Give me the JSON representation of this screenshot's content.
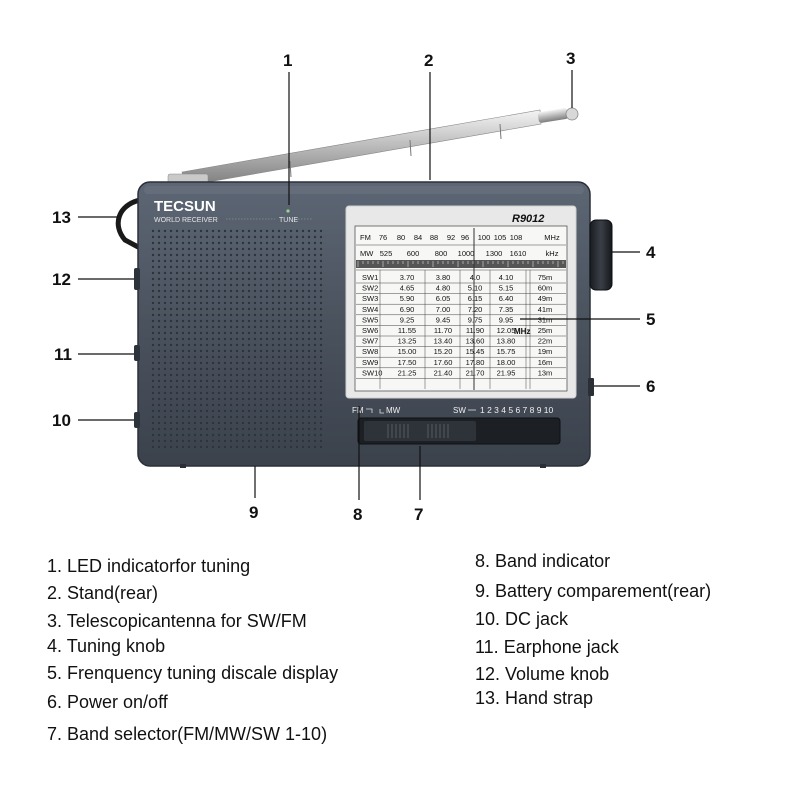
{
  "radio": {
    "brand": "TECSUN",
    "subtitle": "WORLD RECEIVER",
    "tune_label": "TUNE",
    "model": "R9012",
    "band_indicator_left": "FM",
    "band_indicator_mid": "MW",
    "sw_label": "SW",
    "sw_numbers": "1 2 3 4 5 6 7 8 9 10",
    "dial": {
      "fm_label": "FM",
      "fm_values": [
        "76",
        "80",
        "84",
        "88",
        "92",
        "96",
        "100",
        "105",
        "108"
      ],
      "fm_unit": "MHz",
      "mw_label": "MW",
      "mw_values": [
        "525",
        "600",
        "800",
        "1000",
        "1300",
        "1610"
      ],
      "mw_unit": "kHz",
      "mhz_label": "MHz",
      "rows": [
        {
          "band": "SW1",
          "values": [
            "3.70",
            "3.80",
            "4.0",
            "4.10"
          ],
          "meter": "75m"
        },
        {
          "band": "SW2",
          "values": [
            "4.65",
            "4.80",
            "5.10",
            "5.15"
          ],
          "meter": "60m"
        },
        {
          "band": "SW3",
          "values": [
            "5.90",
            "6.05",
            "6.15",
            "6.40"
          ],
          "meter": "49m"
        },
        {
          "band": "SW4",
          "values": [
            "6.90",
            "7.00",
            "7.20",
            "7.35"
          ],
          "meter": "41m"
        },
        {
          "band": "SW5",
          "values": [
            "9.25",
            "9.45",
            "9.75",
            "9.95"
          ],
          "meter": "31m"
        },
        {
          "band": "SW6",
          "values": [
            "11.55",
            "11.70",
            "11.90",
            "12.05"
          ],
          "meter": "25m"
        },
        {
          "band": "SW7",
          "values": [
            "13.25",
            "13.40",
            "13.60",
            "13.80"
          ],
          "meter": "22m"
        },
        {
          "band": "SW8",
          "values": [
            "15.00",
            "15.20",
            "15.45",
            "15.75"
          ],
          "meter": "19m"
        },
        {
          "band": "SW9",
          "values": [
            "17.50",
            "17.60",
            "17.80",
            "18.00"
          ],
          "meter": "16m"
        },
        {
          "band": "SW10",
          "values": [
            "21.25",
            "21.40",
            "21.70",
            "21.95"
          ],
          "meter": "13m"
        }
      ]
    }
  },
  "callouts": [
    "1",
    "2",
    "3",
    "4",
    "5",
    "6",
    "7",
    "8",
    "9",
    "10",
    "11",
    "12",
    "13"
  ],
  "legend": {
    "left": [
      "1. LED indicatorfor tuning",
      "2. Stand(rear)",
      "3. Telescopicantenna for SW/FM",
      "4. Tuning knob",
      "5. Frenquency tuning discale display",
      "6. Power on/off",
      "7. Band selector(FM/MW/SW 1-10)"
    ],
    "right": [
      "8. Band indicator",
      "9. Battery comparement(rear)",
      "10. DC jack",
      "11. Earphone jack",
      "12. Volume knob",
      "13. Hand strap"
    ]
  }
}
